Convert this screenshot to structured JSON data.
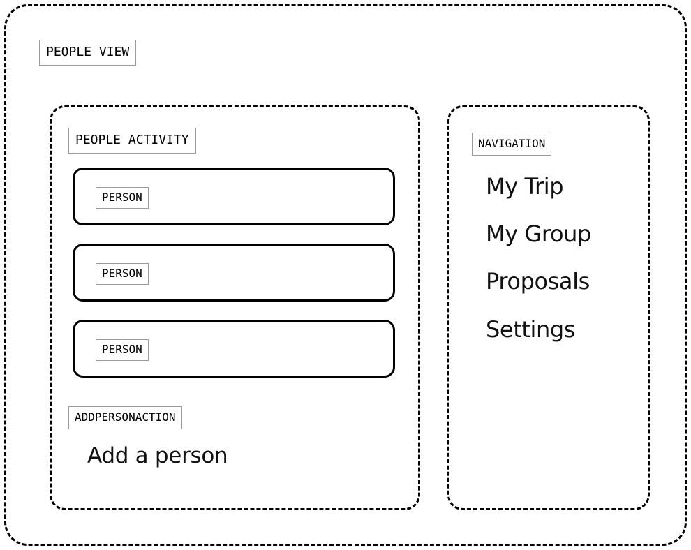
{
  "view": {
    "component_tag": "PEOPLE VIEW"
  },
  "people_activity": {
    "component_tag": "PEOPLE ACTIVITY",
    "person_cards": [
      {
        "component_tag": "PERSON"
      },
      {
        "component_tag": "PERSON"
      },
      {
        "component_tag": "PERSON"
      }
    ],
    "add_person_action": {
      "component_tag": "ADDPERSONACTION",
      "label": "Add a person"
    }
  },
  "navigation": {
    "component_tag": "NAVIGATION",
    "items": [
      {
        "label": "My Trip"
      },
      {
        "label": "My Group"
      },
      {
        "label": "Proposals"
      },
      {
        "label": "Settings"
      }
    ]
  },
  "colors": {
    "stroke": "#000000",
    "tag_border": "#9a9a9a",
    "text": "#111111",
    "background": "#ffffff"
  }
}
